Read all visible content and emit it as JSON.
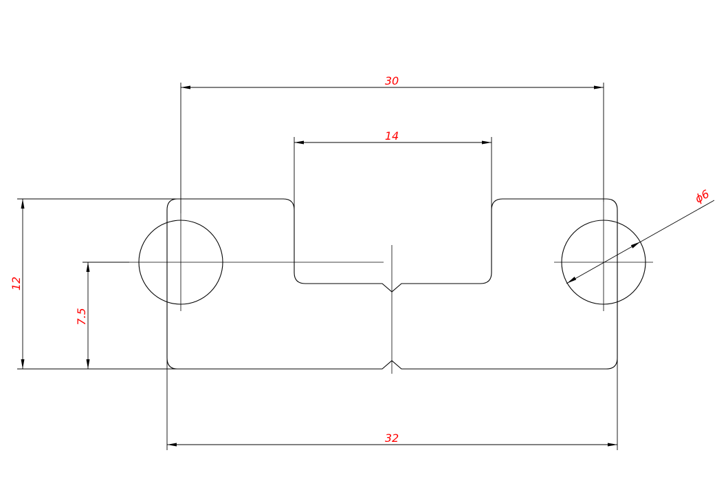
{
  "drawing": {
    "text_color": "#ff0000",
    "line_color": "#000000",
    "background": "#ffffff",
    "dimensions": {
      "hole_spacing": "30",
      "slot_width": "14",
      "overall_length": "32",
      "overall_height": "12",
      "hole_height": "7.5",
      "hole_diameter": "ϕ6"
    }
  }
}
